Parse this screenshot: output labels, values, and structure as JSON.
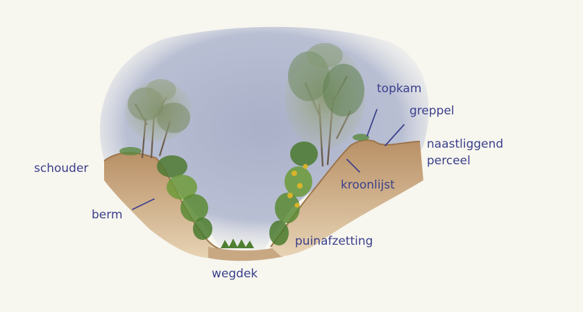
{
  "labels": {
    "schouder": "schouder",
    "berm": "berm",
    "wegdek": "wegdek",
    "puinafzetting": "puinafzetting",
    "kroonlijst": "kroonlijst",
    "topkam": "topkam",
    "greppel": "greppel",
    "naastliggend_line1": "naastliggend",
    "naastliggend_line2": "perceel"
  },
  "colors": {
    "label_text": "#3a3f8c",
    "sky": "#aeb4cc",
    "soil": "#c9a67b",
    "soil_dark": "#9b7449",
    "vegetation": "#5f8a3a",
    "tree_trunk": "#6b5b4a",
    "flowers": "#d9b42a"
  }
}
